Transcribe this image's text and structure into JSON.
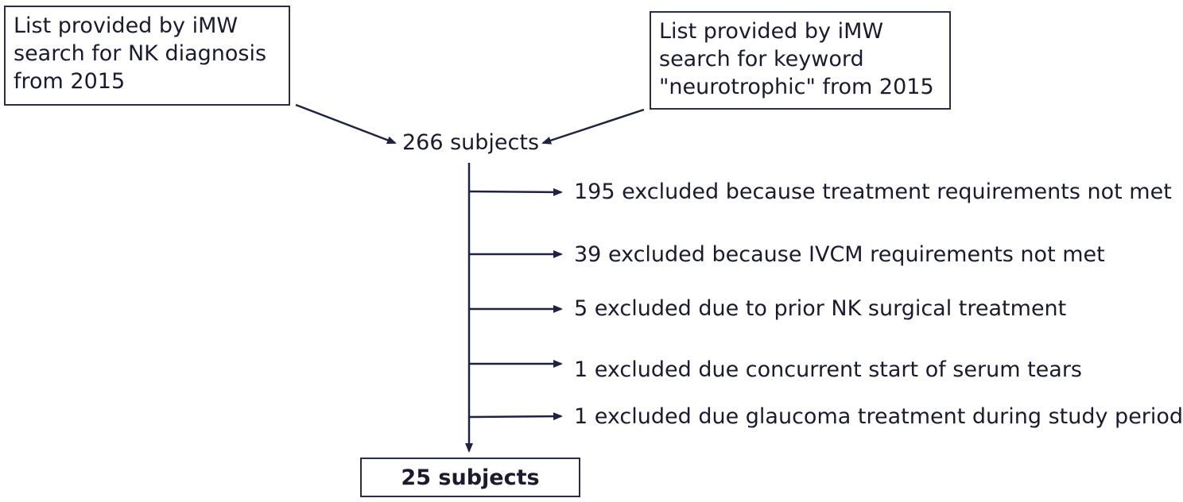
{
  "sources": [
    {
      "text": "List provided by iMW search for NK diagnosis from 2015"
    },
    {
      "text": "List provided by iMW search for keyword \"neurotrophic\" from 2015"
    }
  ],
  "total": "266 subjects",
  "exclusions": [
    "195 excluded because treatment requirements not met",
    "39 excluded because IVCM requirements not met",
    "5 excluded due to prior NK surgical treatment",
    "1 excluded due concurrent start of serum tears",
    "1 excluded due glaucoma treatment during study period"
  ],
  "final": "25 subjects",
  "colors": {
    "line": "#1f2240",
    "text": "#1b1b2e",
    "border": "#2a2d45"
  }
}
